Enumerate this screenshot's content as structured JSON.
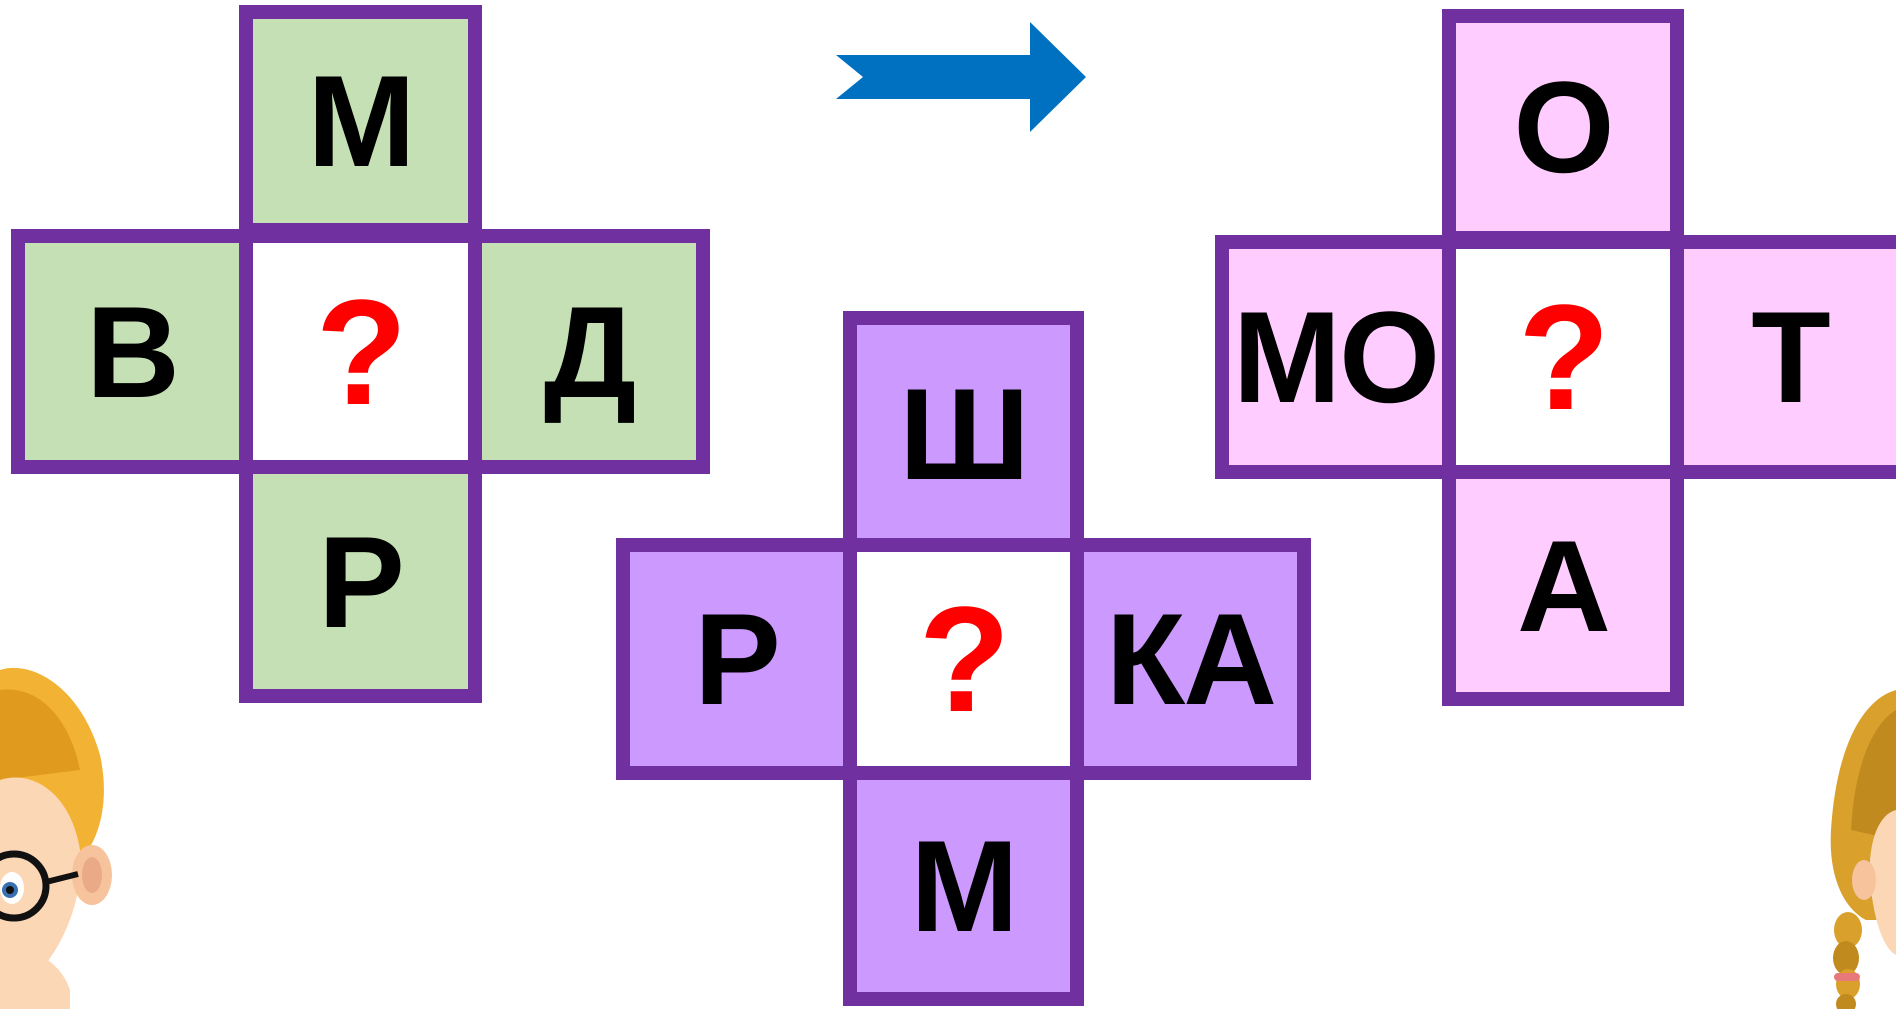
{
  "colors": {
    "border": "#7030a0",
    "green": "#c5e0b4",
    "purple": "#cc99ff",
    "pink": "#ffccff",
    "question": "#ff0000",
    "arrow": "#0070c0"
  },
  "puzzles": [
    {
      "top": "М",
      "left": "В",
      "center": "?",
      "right": "Д",
      "bottom": "Р"
    },
    {
      "top": "Ш",
      "left": "Р",
      "center": "?",
      "right": "КА",
      "bottom": "М"
    },
    {
      "top": "О",
      "left": "МО",
      "center": "?",
      "right": "Т",
      "bottom": "А"
    }
  ],
  "icons": {
    "arrow": "right-arrow-icon",
    "boy": "boy-character",
    "girl": "girl-character"
  }
}
